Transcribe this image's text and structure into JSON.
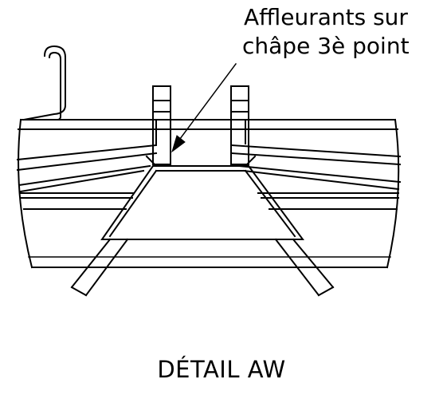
{
  "annotation": {
    "line1": "Affleurants sur",
    "line2": "châpe 3è point"
  },
  "detail_title": "DÉTAIL AW",
  "colors": {
    "stroke": "#000000",
    "background": "#ffffff"
  }
}
